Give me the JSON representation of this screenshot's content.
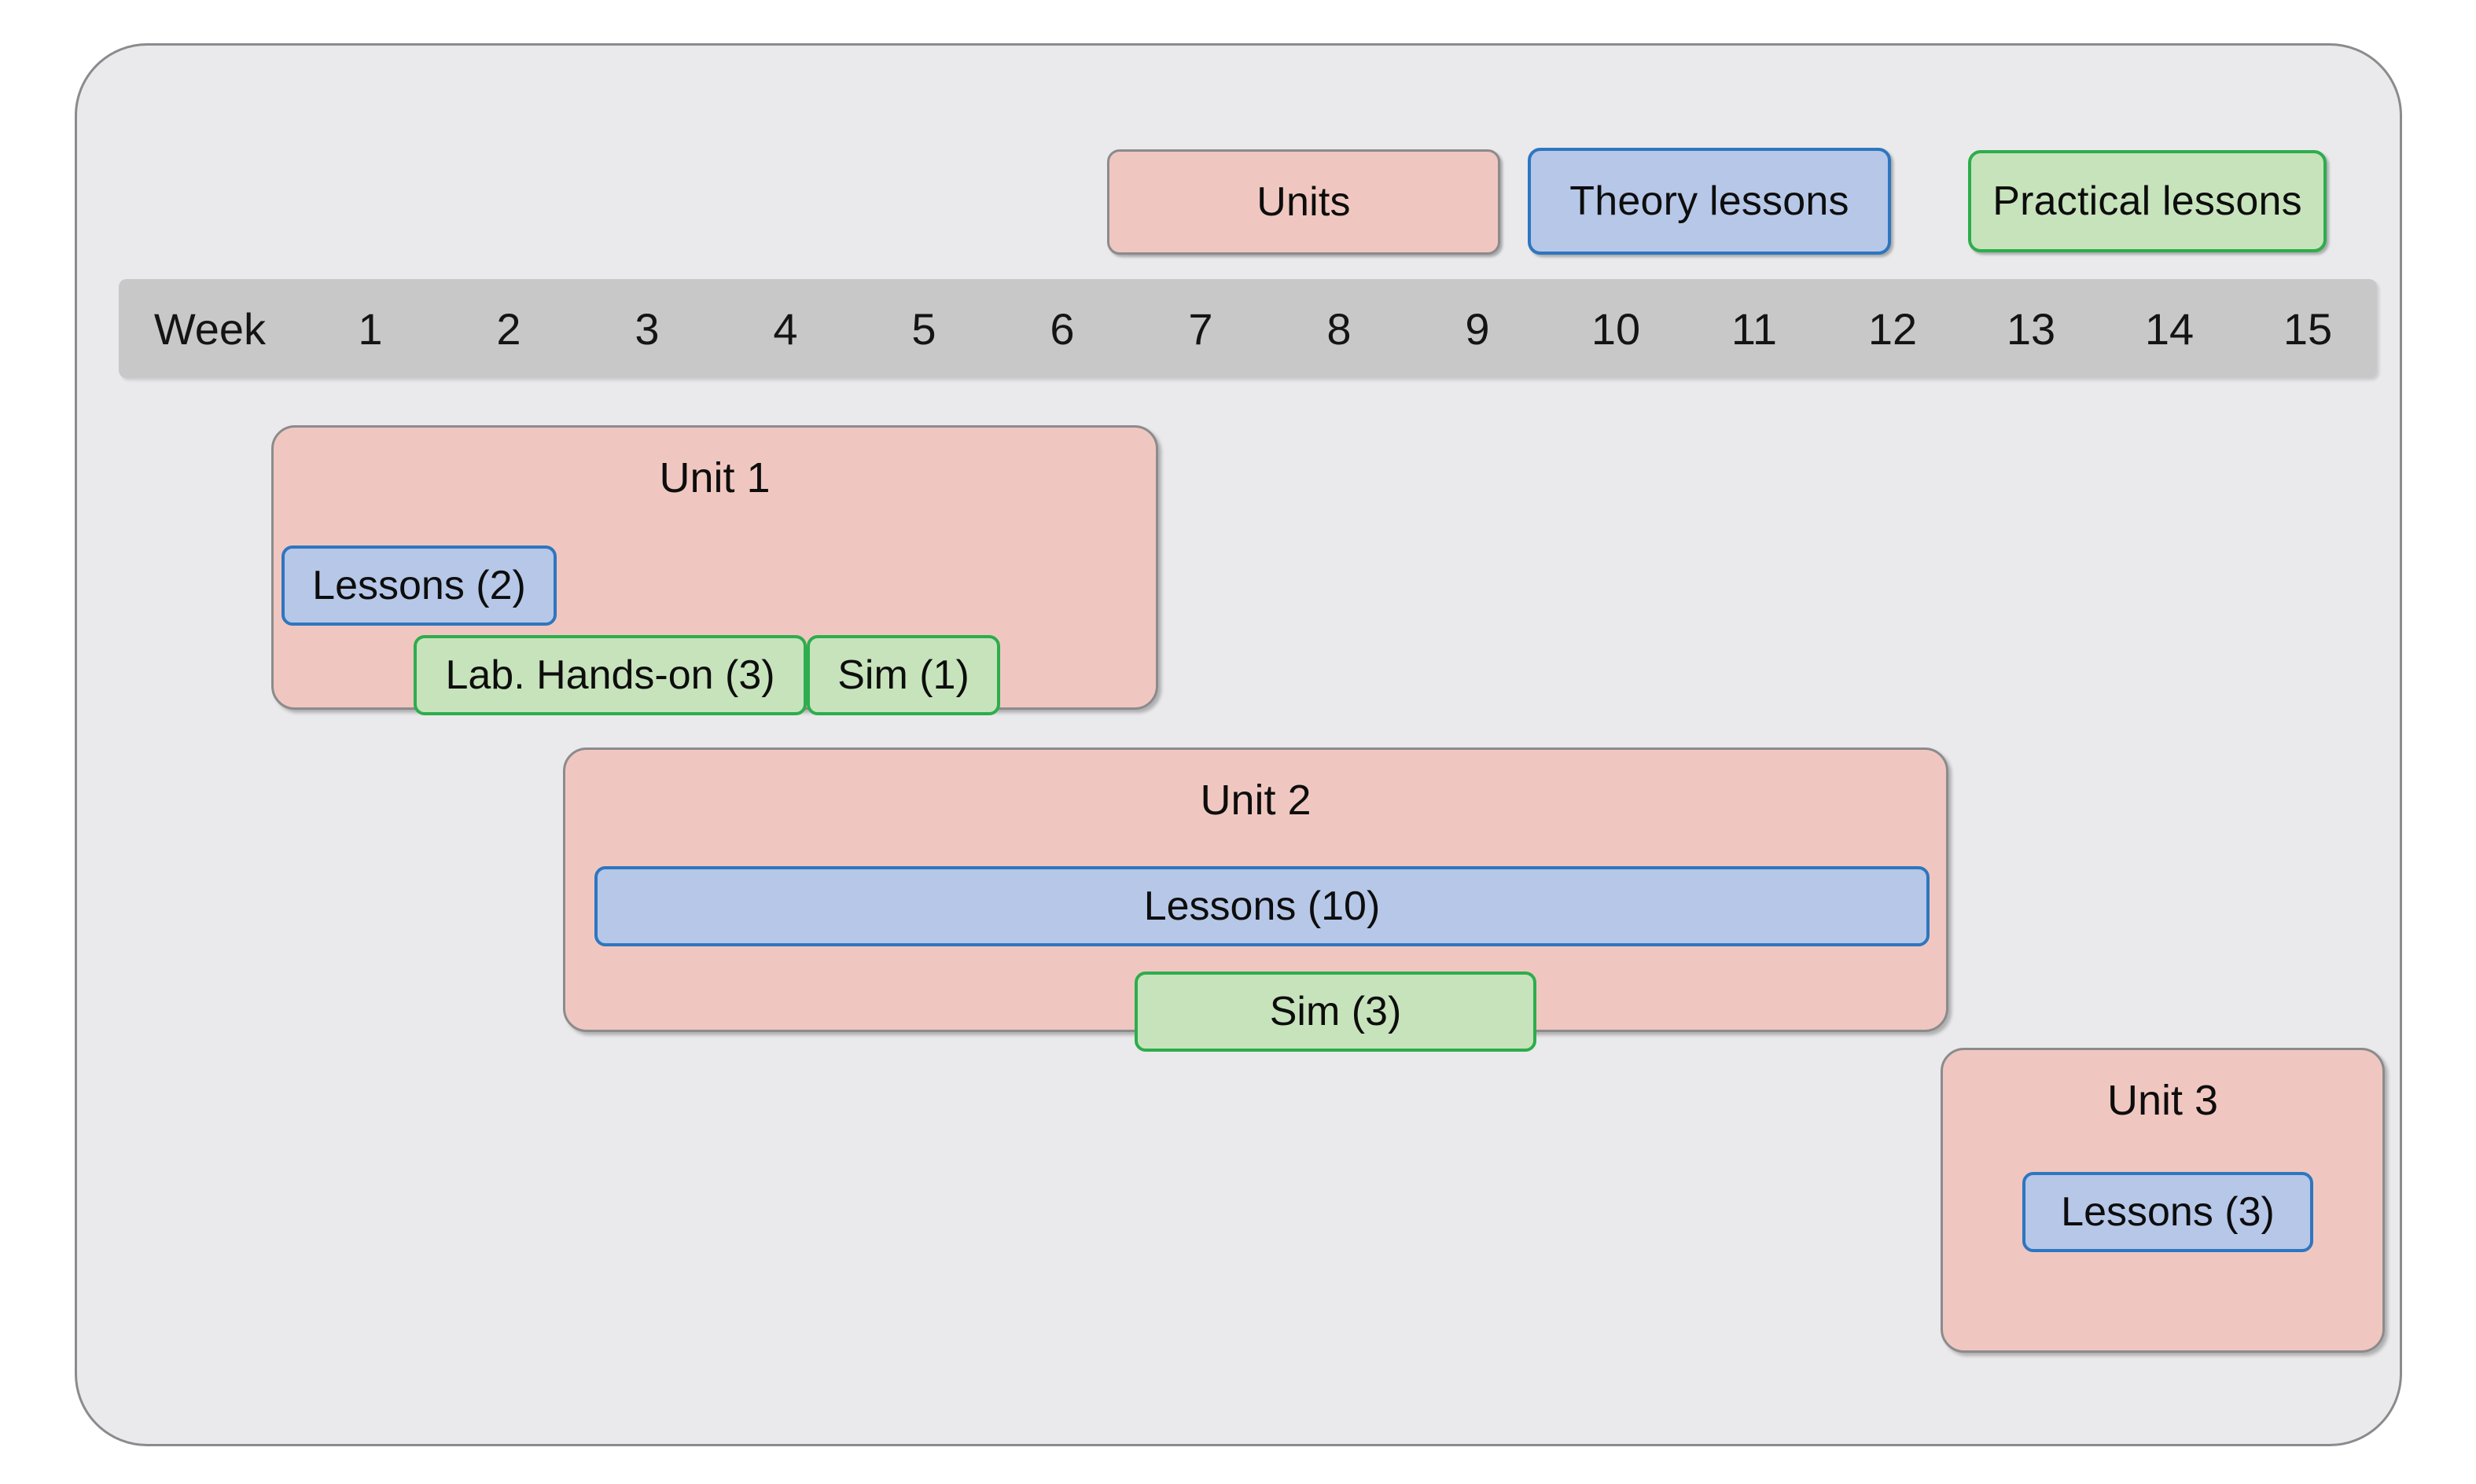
{
  "legend": {
    "items": [
      {
        "id": "units",
        "label": "Units",
        "fill": "#f0c7c0",
        "stroke": "#8b8b8d"
      },
      {
        "id": "theory",
        "label": "Theory lessons",
        "fill": "#b6c7e8",
        "stroke": "#2e76bf"
      },
      {
        "id": "practical",
        "label": "Practical lessons",
        "fill": "#c7e3bc",
        "stroke": "#2dad4c"
      }
    ]
  },
  "timeline": {
    "row_label": "Week",
    "weeks": [
      "1",
      "2",
      "3",
      "4",
      "5",
      "6",
      "7",
      "8",
      "9",
      "10",
      "11",
      "12",
      "13",
      "14",
      "15"
    ],
    "bar_color": "#c8c8c8"
  },
  "units": [
    {
      "id": "unit-1",
      "title": "Unit 1",
      "tasks": [
        {
          "id": "u1-lessons",
          "label": "Lessons (2)",
          "type": "theory"
        },
        {
          "id": "u1-lab",
          "label": "Lab. Hands-on (3)",
          "type": "practical"
        },
        {
          "id": "u1-sim",
          "label": "Sim (1)",
          "type": "practical"
        }
      ]
    },
    {
      "id": "unit-2",
      "title": "Unit 2",
      "tasks": [
        {
          "id": "u2-lessons",
          "label": "Lessons (10)",
          "type": "theory"
        },
        {
          "id": "u2-sim",
          "label": "Sim (3)",
          "type": "practical"
        }
      ]
    },
    {
      "id": "unit-3",
      "title": "Unit 3",
      "tasks": [
        {
          "id": "u3-lessons",
          "label": "Lessons (3)",
          "type": "theory"
        }
      ]
    }
  ],
  "chart_data": {
    "type": "bar",
    "title": "",
    "xlabel": "Week",
    "ylabel": "",
    "x": [
      1,
      2,
      3,
      4,
      5,
      6,
      7,
      8,
      9,
      10,
      11,
      12,
      13,
      14,
      15
    ],
    "series": [
      {
        "name": "Unit 1",
        "category": "Units",
        "start_week": 1,
        "end_week": 6.8,
        "value": 5.8
      },
      {
        "name": "Lessons (2)",
        "category": "Theory lessons",
        "start_week": 1,
        "end_week": 2.8,
        "value": 2
      },
      {
        "name": "Lab. Hands-on (3)",
        "category": "Practical lessons",
        "start_week": 2,
        "end_week": 4.6,
        "value": 3
      },
      {
        "name": "Sim (1)",
        "category": "Practical lessons",
        "start_week": 4.6,
        "end_week": 5.9,
        "value": 1
      },
      {
        "name": "Unit 2",
        "category": "Units",
        "start_week": 3,
        "end_week": 12.2,
        "value": 9.2
      },
      {
        "name": "Lessons (10)",
        "category": "Theory lessons",
        "start_week": 3.2,
        "end_week": 12.1,
        "value": 10
      },
      {
        "name": "Sim (3)",
        "category": "Practical lessons",
        "start_week": 6.8,
        "end_week": 9.5,
        "value": 3
      },
      {
        "name": "Unit 3",
        "category": "Units",
        "start_week": 12.2,
        "end_week": 15.2,
        "value": 3
      },
      {
        "name": "Lessons (3)",
        "category": "Theory lessons",
        "start_week": 12.7,
        "end_week": 14.7,
        "value": 3
      }
    ],
    "legend_position": "top-right",
    "grid": false
  }
}
